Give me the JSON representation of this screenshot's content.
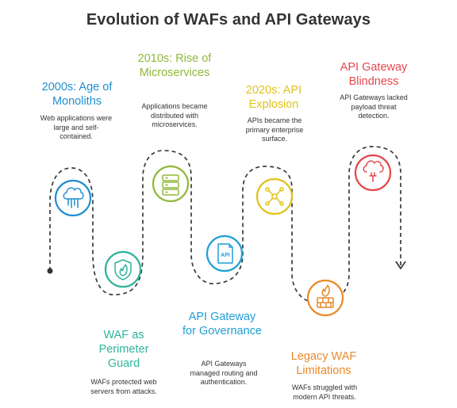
{
  "title": "Evolution of WAFs and API Gateways",
  "stages": [
    {
      "heading": "2000s: Age of Monoliths",
      "description": "Web applications were large and self-contained.",
      "color": "#1f8fd0",
      "icon": "cloud-network-icon"
    },
    {
      "heading": "WAF as Perimeter Guard",
      "description": "WAFs protected web servers from attacks.",
      "color": "#2fb39a",
      "icon": "fire-shield-icon"
    },
    {
      "heading": "2010s: Rise of Microservices",
      "description": "Applications became distributed with microservices.",
      "color": "#8fb83a",
      "icon": "server-stack-icon"
    },
    {
      "heading": "API Gateway for Governance",
      "description": "API Gateways managed routing and authentication.",
      "color": "#1f9fd6",
      "icon": "api-document-icon"
    },
    {
      "heading": "2020s: API Explosion",
      "description": "APIs became the primary enterprise surface.",
      "color": "#e0c21a",
      "icon": "network-nodes-icon"
    },
    {
      "heading": "Legacy WAF Limitations",
      "description": "WAFs struggled with modern API threats.",
      "color": "#e9892a",
      "icon": "firewall-icon"
    },
    {
      "heading": "API Gateway Blindness",
      "description": "API Gateways lacked payload threat detection.",
      "color": "#e3474b",
      "icon": "cloud-plug-icon"
    }
  ]
}
